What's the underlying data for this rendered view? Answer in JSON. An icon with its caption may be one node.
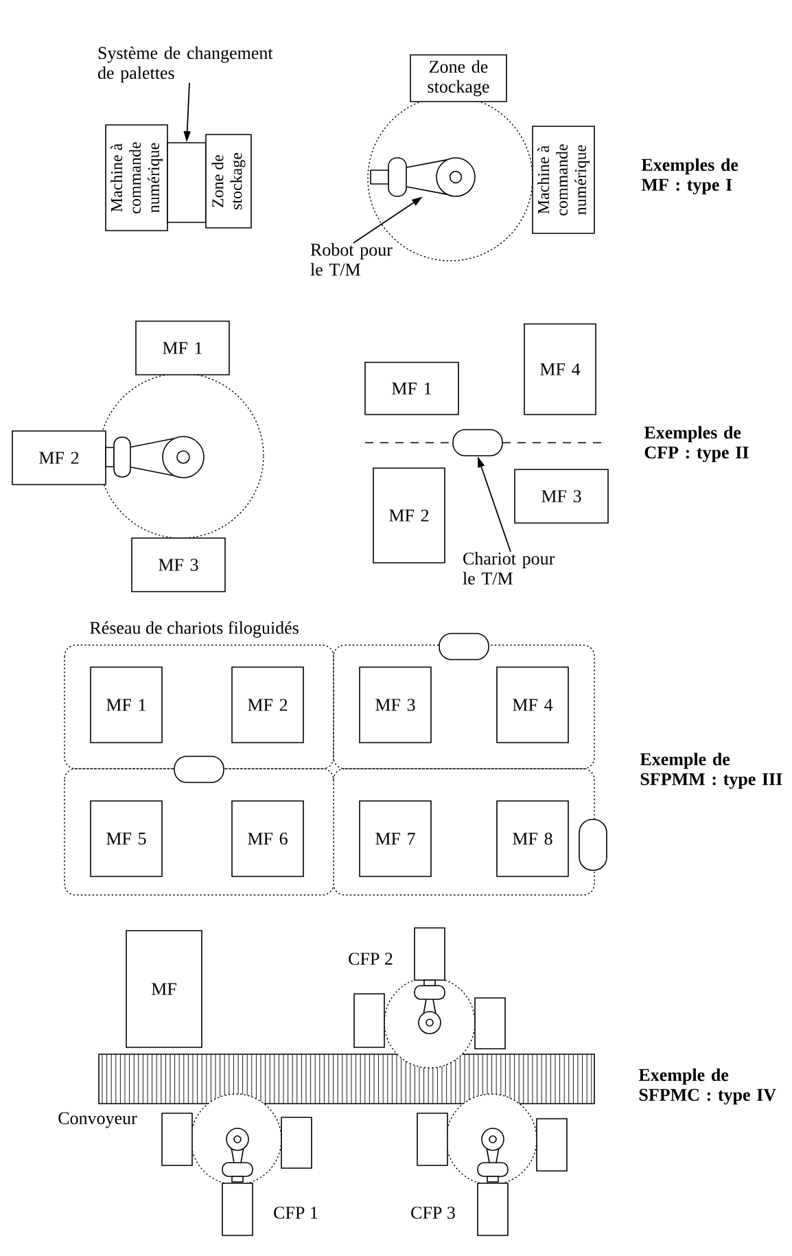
{
  "diagram": {
    "nodes": [
      {
        "text": [
          "Système de changement de palettes"
        ]
      },
      {
        "text": [
          "Machine à commande numérique"
        ]
      },
      {
        "text": [],
        "shape": "box"
      },
      {
        "text": [
          "Zone de stockage"
        ]
      },
      {
        "text": [
          "Zone de stockage"
        ]
      },
      {
        "text": [],
        "shape": "picture"
      },
      {
        "text": [
          "Machine à commande numérique"
        ]
      },
      {
        "text": [
          "Robot pour le T/M"
        ]
      },
      {
        "text": [
          "MF 1"
        ]
      },
      {
        "text": [
          "MF 2"
        ]
      },
      {
        "text": [],
        "shape": "picture"
      },
      {
        "text": [
          "MF 3"
        ]
      },
      {
        "text": [
          "MF 1"
        ]
      },
      {
        "text": [
          "MF 4"
        ]
      },
      {
        "text": [],
        "shape": "oval"
      },
      {
        "text": [
          "MF 2"
        ]
      },
      {
        "text": [
          "MF 3"
        ]
      },
      {
        "text": [
          "Chariot pour le T/M"
        ]
      },
      {
        "text": [
          "Réseau de chariots filoguidés"
        ]
      },
      {
        "text": [],
        "shape": "oval",
        "in": 18
      },
      {
        "text": [
          "MF 1"
        ],
        "in": 18
      },
      {
        "text": [
          "MF 2"
        ],
        "in": 18
      },
      {
        "text": [
          "MF 3"
        ],
        "in": 18
      },
      {
        "text": [
          "MF 4"
        ],
        "in": 18
      },
      {
        "text": [],
        "shape": "oval",
        "in": 18
      },
      {
        "text": [
          "MF 5"
        ],
        "in": 18
      },
      {
        "text": [
          "MF 6"
        ],
        "in": 18
      },
      {
        "text": [
          "MF 7"
        ],
        "in": 18
      },
      {
        "text": [
          "MF 8"
        ],
        "in": 18
      },
      {
        "text": [],
        "shape": "oval",
        "in": 18
      },
      {
        "text": [
          "MF"
        ]
      },
      {
        "text": [],
        "shape": "box"
      },
      {
        "text": [],
        "shape": "box"
      },
      {
        "text": [],
        "shape": "picture"
      },
      {
        "text": [],
        "shape": "box"
      },
      {
        "text": [],
        "shape": "box"
      },
      {
        "text": [],
        "shape": "picture"
      },
      {
        "text": [],
        "shape": "box"
      },
      {
        "text": [],
        "shape": "box"
      },
      {
        "text": [],
        "shape": "picture"
      },
      {
        "text": [],
        "shape": "box"
      },
      {
        "text": [],
        "shape": "box"
      },
      {
        "text": [],
        "shape": "box"
      }
    ],
    "edges": [
      {
        "from": 0,
        "to": 2,
        "arrow": "to"
      },
      {
        "from": 7,
        "to": 5,
        "arrow": "to"
      },
      {
        "from": 17,
        "to": 14,
        "arrow": "to"
      }
    ],
    "labels": [
      "Exemples de MF : type I",
      "Exemples de CFP : type II",
      "Exemple de SFPMM : type III",
      "CFP 2",
      "Exemple de SFPMC : type IV",
      "Convoyeur",
      "CFP 1",
      "CFP 3"
    ]
  }
}
